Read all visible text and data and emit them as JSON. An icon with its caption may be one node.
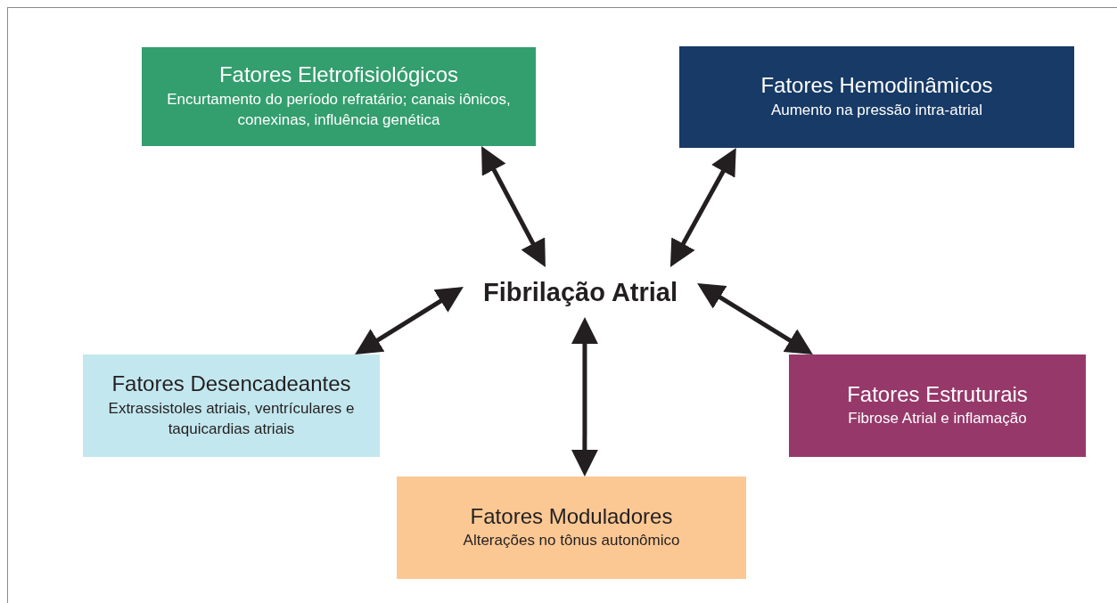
{
  "diagram": {
    "nodes": [
      {
        "text": [
          "Fibrilação Atrial"
        ]
      },
      {
        "text": [
          "Fatores Eletrofisiológicos",
          "Encurtamento do período refratário; canais iônicos, conexinas, influência genética"
        ]
      },
      {
        "text": [
          "Fatores Hemodinâmicos",
          "Aumento na pressão intra-atrial"
        ]
      },
      {
        "text": [
          "Fatores Desencadeantes",
          "Extrassistoles atriais, ventrículares e taquicardias atriais"
        ]
      },
      {
        "text": [
          "Fatores Estruturais",
          "Fibrose Atrial e inflamação"
        ]
      },
      {
        "text": [
          "Fatores Moduladores",
          "Alterações no tônus autonômico"
        ]
      }
    ],
    "edges": [
      {
        "from": 0,
        "to": 1,
        "arrow": "both"
      },
      {
        "from": 0,
        "to": 2,
        "arrow": "both"
      },
      {
        "from": 0,
        "to": 3,
        "arrow": "both"
      },
      {
        "from": 0,
        "to": 4,
        "arrow": "both"
      },
      {
        "from": 0,
        "to": 5,
        "arrow": "both"
      }
    ]
  }
}
